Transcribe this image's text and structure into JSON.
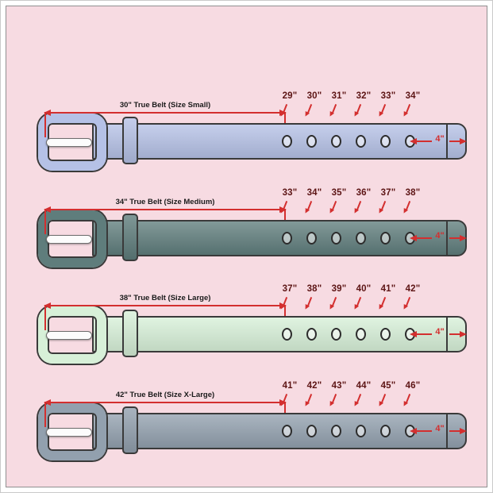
{
  "canvas": {
    "background": "#f7dbe2",
    "border_color": "#909090",
    "margin_color": "#ffffff"
  },
  "colors": {
    "arrow": "#d32f2f",
    "hole_label": "#5c1414",
    "title_text": "#1a1a1a",
    "belt_outline": "#3a3a3a"
  },
  "belts": [
    {
      "title": "30\" True Belt (Size Small)",
      "size_name": "Small",
      "color": "#b5c1e6",
      "holes": [
        "29\"",
        "30\"",
        "31\"",
        "32\"",
        "33\"",
        "34\""
      ],
      "tip_dimension": "4\""
    },
    {
      "title": "34\" True Belt (Size Medium)",
      "size_name": "Medium",
      "color": "#5f7d7c",
      "holes": [
        "33\"",
        "34\"",
        "35\"",
        "36\"",
        "37\"",
        "38\""
      ],
      "tip_dimension": "4\""
    },
    {
      "title": "38\" True Belt (Size Large)",
      "size_name": "Large",
      "color": "#d7f0d8",
      "holes": [
        "37\"",
        "38\"",
        "39\"",
        "40\"",
        "41\"",
        "42\""
      ],
      "tip_dimension": "4\""
    },
    {
      "title": "42\" True Belt (Size X-Large)",
      "size_name": "X-Large",
      "color": "#92a0ae",
      "holes": [
        "41\"",
        "42\"",
        "43\"",
        "44\"",
        "45\"",
        "46\""
      ],
      "tip_dimension": "4\""
    }
  ]
}
